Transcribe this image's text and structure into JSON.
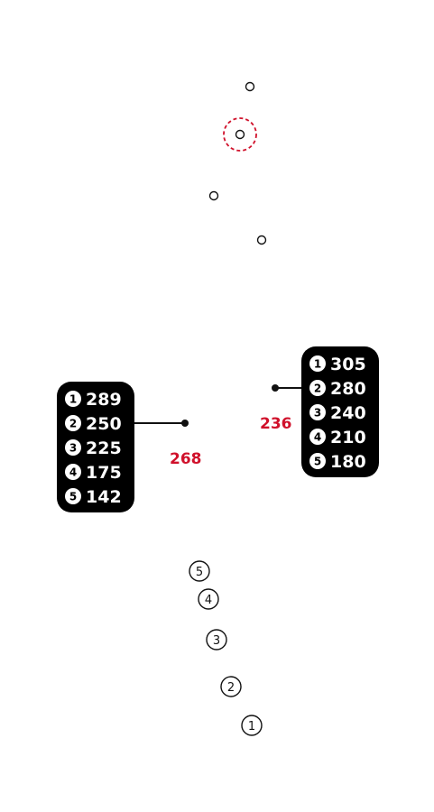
{
  "colors": {
    "accent_red": "#d0112b",
    "ink": "#111111",
    "panel": "#000000"
  },
  "left_panel": {
    "rows": [
      {
        "rank": "1",
        "value": "289"
      },
      {
        "rank": "2",
        "value": "250"
      },
      {
        "rank": "3",
        "value": "225"
      },
      {
        "rank": "4",
        "value": "175"
      },
      {
        "rank": "5",
        "value": "142"
      }
    ],
    "red_value": "268"
  },
  "right_panel": {
    "rows": [
      {
        "rank": "1",
        "value": "305"
      },
      {
        "rank": "2",
        "value": "280"
      },
      {
        "rank": "3",
        "value": "240"
      },
      {
        "rank": "4",
        "value": "210"
      },
      {
        "rank": "5",
        "value": "180"
      }
    ],
    "red_value": "236"
  },
  "bottom_markers": [
    {
      "label": "5"
    },
    {
      "label": "4"
    },
    {
      "label": "3"
    },
    {
      "label": "2"
    },
    {
      "label": "1"
    }
  ]
}
